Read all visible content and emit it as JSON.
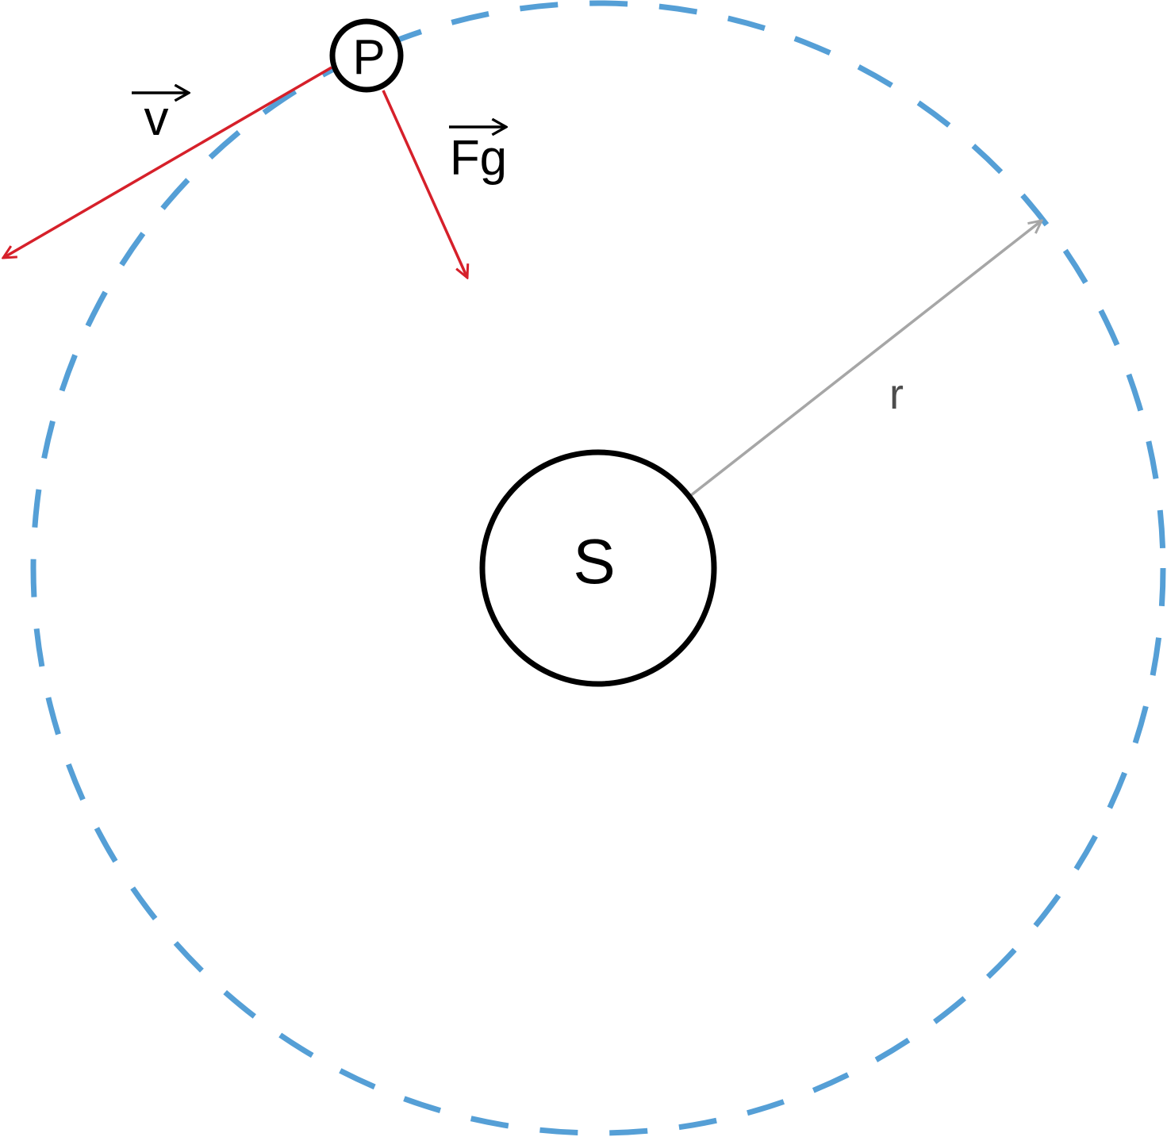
{
  "labels": {
    "planet": "P",
    "sun": "S",
    "velocity": "v",
    "gravity_force": "Fg",
    "radius": "r"
  },
  "colors": {
    "orbit": "#559fd6",
    "vectors": "#d6202a",
    "radius": "#a6a6a6",
    "bodies": "#000000",
    "radius_label": "#4d4d4d"
  }
}
